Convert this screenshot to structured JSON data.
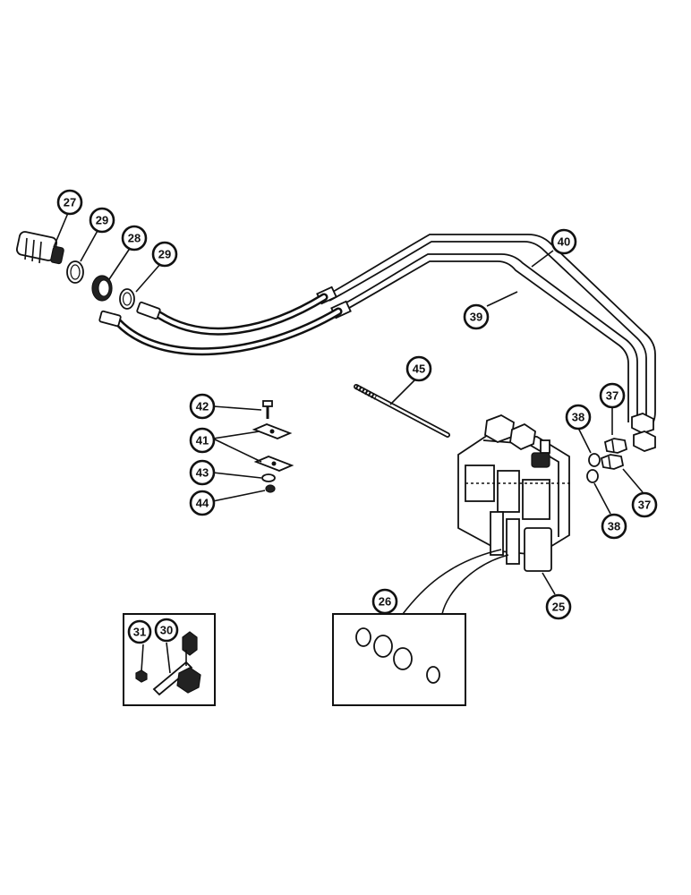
{
  "diagram": {
    "callouts": {
      "c27": "27",
      "c29a": "29",
      "c28": "28",
      "c29b": "29",
      "c40": "40",
      "c39": "39",
      "c45": "45",
      "c42": "42",
      "c41": "41",
      "c43": "43",
      "c44": "44",
      "c37a": "37",
      "c38a": "38",
      "c37b": "37",
      "c38b": "38",
      "c26": "26",
      "c25": "25",
      "c31": "31",
      "c30": "30"
    }
  }
}
